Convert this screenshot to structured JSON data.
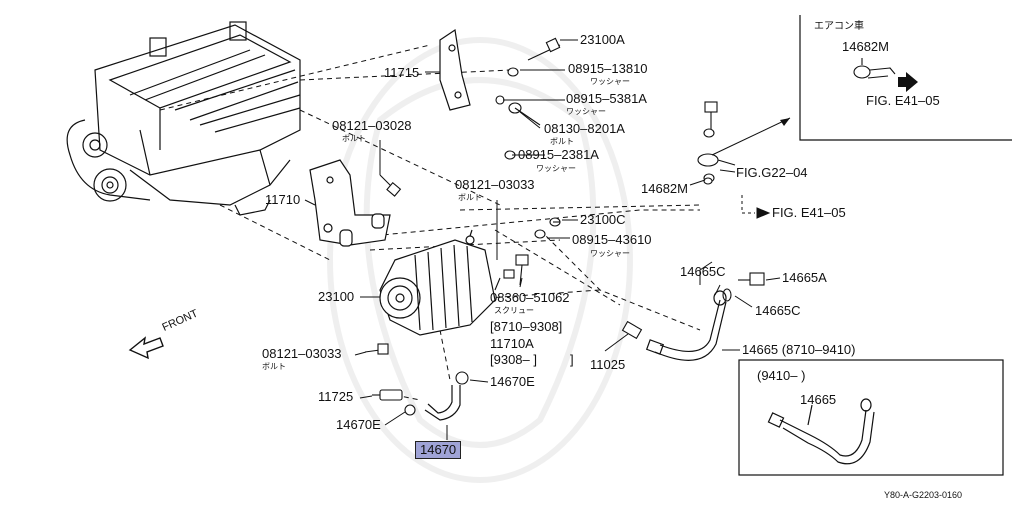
{
  "parts": {
    "p23100A": "23100A",
    "p08915_13810": "08915–13810",
    "p08915_5381A": "08915–5381A",
    "p08130_8201A": "08130–8201A",
    "p08915_2381A": "08915–2381A",
    "p11715": "11715",
    "p08121_03028": "08121–03028",
    "p11710": "11710",
    "p08121_03033_top": "08121–03033",
    "p23100C": "23100C",
    "p08915_43610": "08915–43610",
    "p23100": "23100",
    "p08360_51062": "08360–51062",
    "range1": "[8710–9308]",
    "p11710A": "11710A",
    "range2": "[9308–      ]",
    "p08121_03033_bot": "08121–03033",
    "p11725": "11725",
    "p14670E_right": "14670E",
    "p14670E_left": "14670E",
    "p14670": "14670",
    "p11025": "11025",
    "p14682M_main": "14682M",
    "figG22": "FIG.G22–04",
    "figE41_mid": "FIG. E41–05",
    "p14665C_top": "14665C",
    "p14665A": "14665A",
    "p14665C_right": "14665C",
    "p14665_range": "14665 (8710–9410)",
    "inset_range": "(9410–      )",
    "inset_14665": "14665",
    "ac_label": "エアコン車",
    "ac_14682M": "14682M",
    "figE41_inset": "FIG. E41–05",
    "front": "FRONT",
    "diagram_code": "Y80-A-G2203-0160"
  },
  "subs": {
    "washer": "ワッシャー",
    "bolt": "ボルト",
    "screw": "スクリュー"
  },
  "colors": {
    "highlight": "#9fa3d6",
    "line": "#111111"
  }
}
